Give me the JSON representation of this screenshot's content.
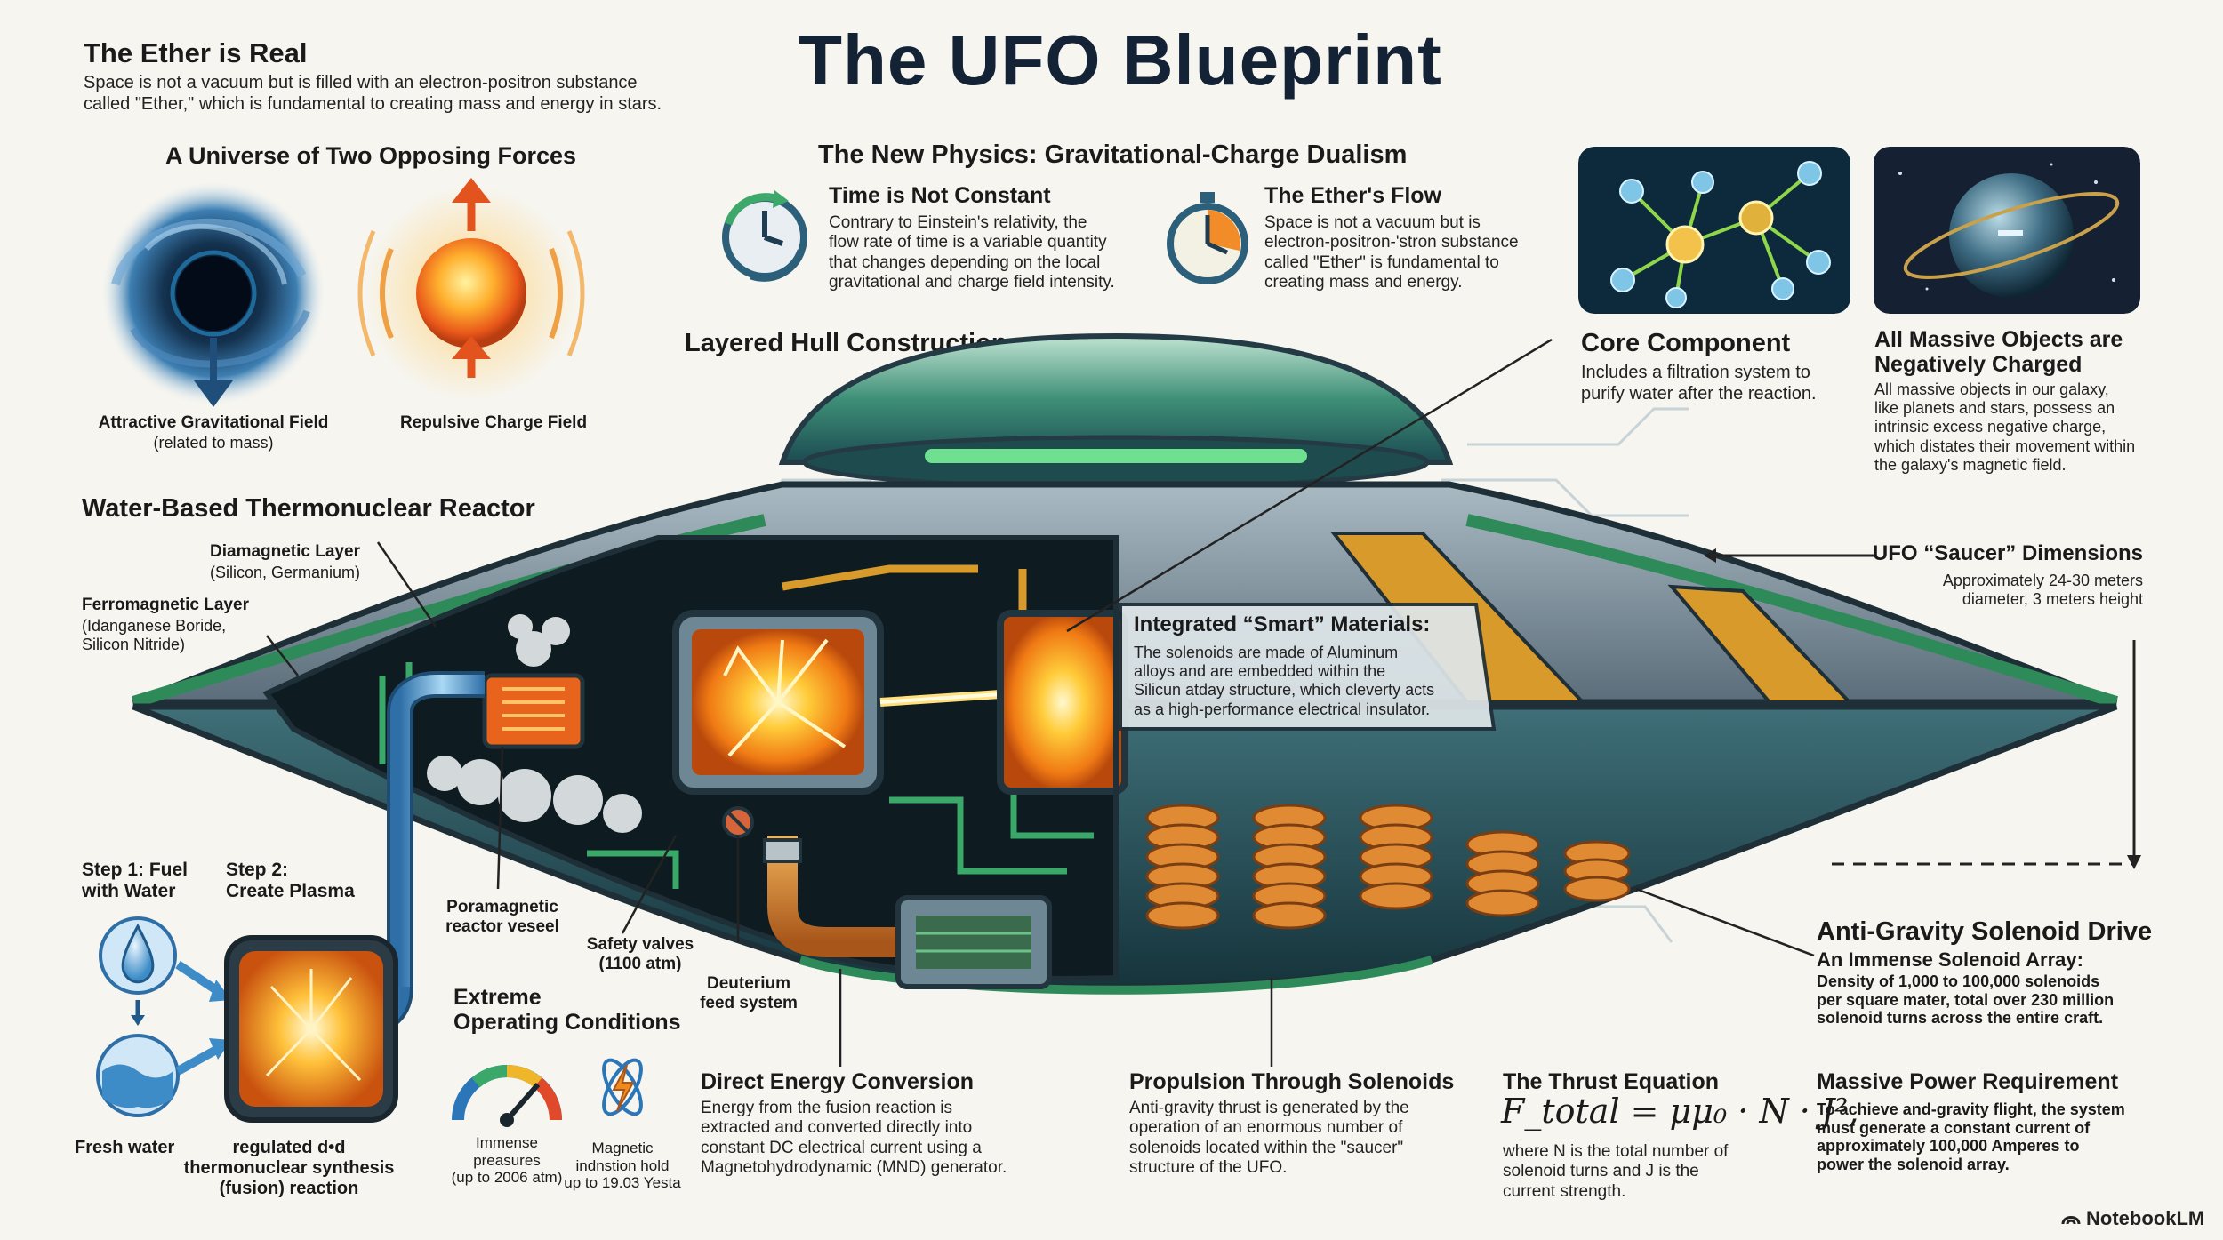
{
  "title": "The UFO Blueprint",
  "ether_real": {
    "heading": "The Ether is Real",
    "text": "Space is not a vacuum but is filled with an electron-positron substance\ncalled \"Ether,\" which is fundamental to creating mass and energy in stars."
  },
  "forces": {
    "heading": "A Universe of Two Opposing Forces",
    "attractive_label": "Attractive Gravitational Field",
    "attractive_sub": "(related to mass)",
    "repulsive_label": "Repulsive Charge Field"
  },
  "new_physics": {
    "heading": "The New Physics: Gravitational-Charge Dualism",
    "time_heading": "Time is Not Constant",
    "time_text": "Contrary to Einstein's relativity, the\nflow rate of time is a variable quantity\nthat changes depending on the local\ngravitational and charge field intensity.",
    "ether_flow_heading": "The Ether's Flow",
    "ether_flow_text": "Space is not a vacuum but is\nelectron-positron-'stron substance\ncalled \"Ether\" is fundamental to\ncreating mass  and energy."
  },
  "core_component": {
    "heading": "Core Component",
    "text": "Includes a filtration system to\npurify water after the reaction."
  },
  "massive_objects": {
    "heading": "All Massive Objects are\nNegatively Charged",
    "text": "All massive objects in our galaxy,\nlike planets and stars, possess an\nintrinsic excess negative charge,\nwhich distates their movement within\nthe galaxy's magnetic field."
  },
  "hull": {
    "heading": "Layered Hull Construction"
  },
  "reactor": {
    "heading": "Water-Based Thermonuclear Reactor"
  },
  "layers": {
    "diamagnetic": "Diamagnetic Layer",
    "diamagnetic_sub": "(Silicon, Germanium)",
    "ferromagnetic": "Ferromagnetic Layer",
    "ferromagnetic_sub": "(Idanganese Boride,\nSilicon Nitride)"
  },
  "dimensions": {
    "heading": "UFO “Saucer” Dimensions",
    "text": "Approximately 24-30 meters\ndiameter, 3 meters height"
  },
  "smart_materials": {
    "heading": "Integrated “Smart” Materials:",
    "text": "The solenoids are made of Aluminum\nalloys and are embedded within the\nSilicun atday structure, which cleverty acts\nas a high-performance electrical insulator."
  },
  "steps": {
    "step1": "Step 1: Fuel\nwith Water",
    "step2": "Step 2:\nCreate Plasma",
    "fresh_water": "Fresh water",
    "synthesis": "regulated d•d\nthermonuclear synthesis\n(fusion) reaction"
  },
  "callouts": {
    "vessel": "Poramagnetic\nreactor veseel",
    "safety": "Safety valves\n(1100 atm)",
    "deuterium": "Deuterium\nfeed system"
  },
  "extreme": {
    "heading": "Extreme\nOperating Conditions",
    "pressure": "Immense\npreasures\n(up to 2006 atm)",
    "magnetic": "Magnetic\nindnstion hold\nup to 19.03 Yesta"
  },
  "direct_energy": {
    "heading": "Direct Energy Conversion",
    "text": "Energy from the fusion reaction is\nextracted and converted directly into\nconstant DC electrical current using a\nMagnetohydrodynamic (MND) generator."
  },
  "propulsion": {
    "heading": "Propulsion Through Solenoids",
    "text": "Anti-gravity thrust is generated by the\noperation of an enormous number of\nsolenoids located within the \"saucer\"\nstructure of the UFO."
  },
  "thrust": {
    "heading": "The Thrust Equation",
    "equation": "F_total = μμ₀ · N · J²,",
    "text": "where N is the total number of\nsolenoid turns and J is the\ncurrent strength."
  },
  "anti_gravity": {
    "heading": "Anti-Gravity Solenoid Drive",
    "subheading": "An Immense Solenoid Array:",
    "text": "Density of 1,000 to 100,000 solenoids\nper square mater, total over 230 million\nsolenoid turns across the entire craft."
  },
  "power": {
    "heading": "Massive Power Requirement",
    "text": "To achieve and-gravity flight, the system\nmust generate a constant current of\napproximately 100,000 Amperes to\npower the solenoid array."
  },
  "watermark": "NotebookLM",
  "colors": {
    "background": "#f6f5ef",
    "title": "#142236",
    "hull_green": "#2f8a5a",
    "hull_slate": "#5e6f7c",
    "plasma_orange": "#ff9a1a",
    "copper": "#d9822b",
    "water_blue": "#5aa8dc"
  }
}
